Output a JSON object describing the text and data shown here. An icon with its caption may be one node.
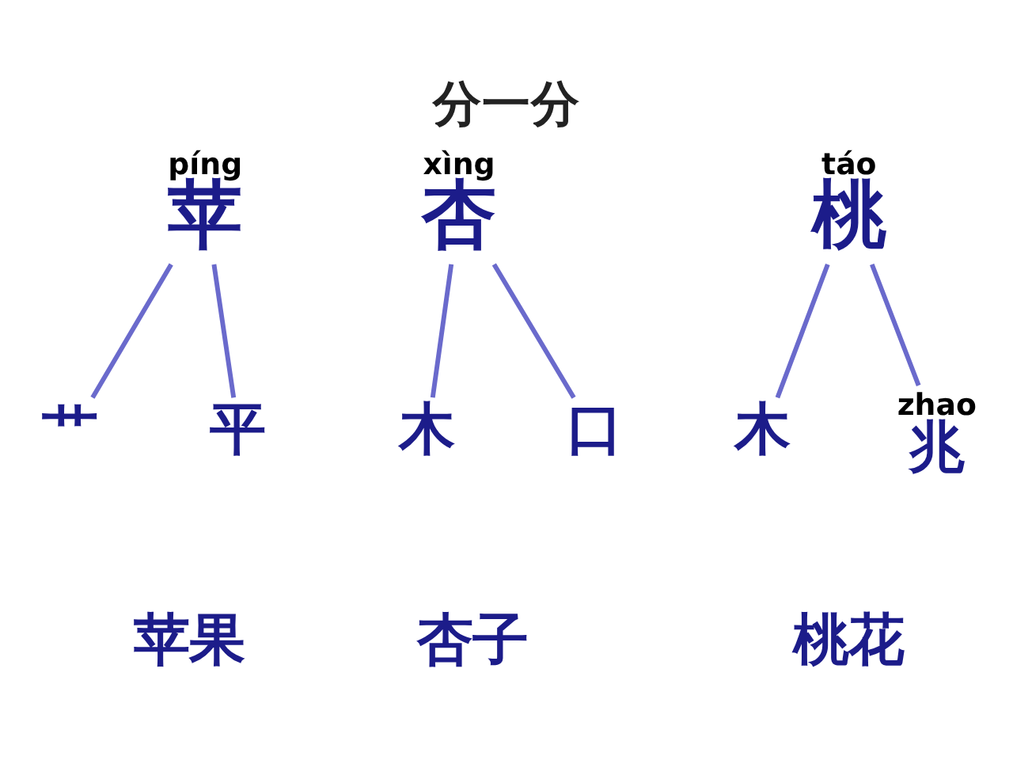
{
  "diagram": {
    "title": "分一分",
    "nodes": [
      {
        "text": [
          "píng",
          "苹"
        ]
      },
      {
        "text": [
          "xìng",
          "杏"
        ]
      },
      {
        "text": [
          "táo",
          "桃"
        ]
      },
      {
        "text": [
          "艹"
        ]
      },
      {
        "text": [
          "平"
        ]
      },
      {
        "text": [
          "木"
        ]
      },
      {
        "text": [
          "口"
        ]
      },
      {
        "text": [
          "木"
        ]
      },
      {
        "text": [
          "zhao",
          "兆"
        ]
      }
    ],
    "edges": [
      {
        "from": 0,
        "to": 3,
        "arrow": "none"
      },
      {
        "from": 0,
        "to": 4,
        "arrow": "none"
      },
      {
        "from": 1,
        "to": 5,
        "arrow": "none"
      },
      {
        "from": 1,
        "to": 6,
        "arrow": "none"
      },
      {
        "from": 2,
        "to": 7,
        "arrow": "none"
      },
      {
        "from": 2,
        "to": 8,
        "arrow": "none"
      }
    ],
    "labels": [
      "苹果",
      "杏子",
      "桃花"
    ]
  }
}
